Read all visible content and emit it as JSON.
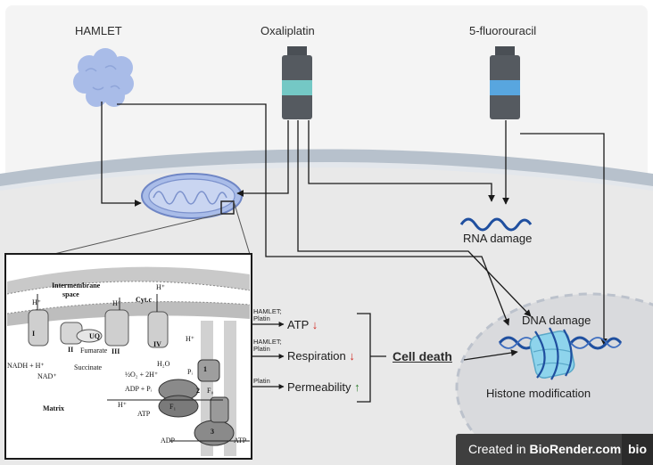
{
  "drugs": {
    "hamlet": "HAMLET",
    "oxaliplatin": "Oxaliplatin",
    "fluorouracil": "5-fluorouracil"
  },
  "effects": {
    "atp": {
      "source": "HAMLET; Platin",
      "label": "ATP",
      "trend": "down",
      "color": "#d12a22"
    },
    "respiration": {
      "source": "HAMLET; Platin",
      "label": "Respiration",
      "trend": "down",
      "color": "#d12a22"
    },
    "permeability": {
      "source": "Platin",
      "label": "Permeability",
      "trend": "up",
      "color": "#2f7d2f"
    }
  },
  "outcome": "Cell death",
  "nucleus": {
    "dna_damage": "DNA damage",
    "histone": "Histone modification"
  },
  "rna_damage": "RNA damage",
  "inset": {
    "intermembrane": "Intermembrane",
    "space": "space",
    "matrix": "Matrix",
    "cytc": "Cyt.c",
    "uq": "UQ",
    "fumarate": "Fumarate",
    "succinate": "Succinate",
    "nadh": "NADH + H⁺",
    "nad": "NAD⁺",
    "h2o": "H₂O",
    "o2": "½O₂ + 2H⁺",
    "pi": "Pᵢ",
    "adp_pi": "ADP + Pᵢ",
    "atp": "ATP",
    "adp": "ADP",
    "hplus": "H⁺",
    "complex_i": "I",
    "complex_ii": "II",
    "complex_iii": "III",
    "complex_iv": "IV",
    "f0": "F₀",
    "f1": "F₁",
    "one": "1",
    "two": "2",
    "three": "3"
  },
  "badge": {
    "prefix": "Created in ",
    "brand": "BioRender.com",
    "logo": "bio"
  },
  "colors": {
    "cytoplasm": "#efefef",
    "membrane": "#b5bfca",
    "mitochondria": "#a9bce8",
    "vial_body": "#555a60",
    "oxali_band": "#74c8c5",
    "fu_band": "#58a6df",
    "dna": "#1f4f9f"
  }
}
